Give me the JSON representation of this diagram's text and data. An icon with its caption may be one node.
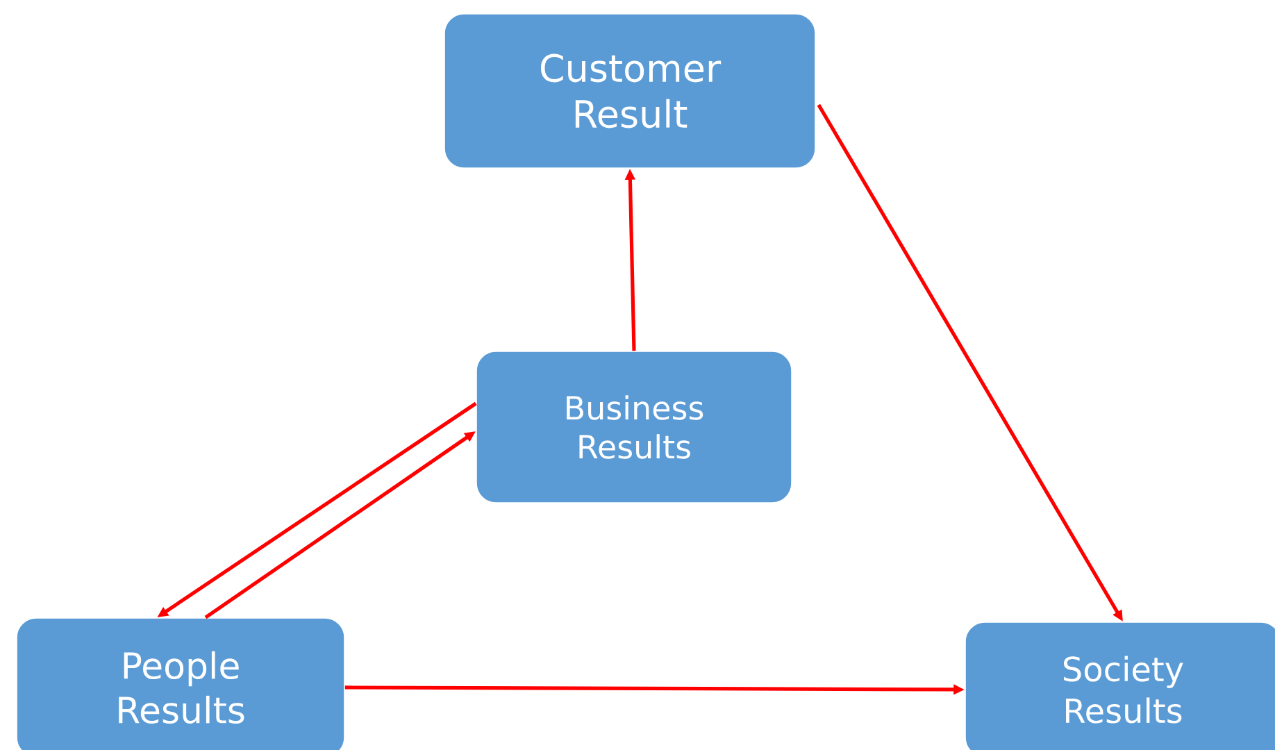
{
  "diagram": {
    "nodes": [
      {
        "text": [
          "Customer Result"
        ]
      },
      {
        "text": [
          "Business Results"
        ]
      },
      {
        "text": [
          "People Results"
        ]
      },
      {
        "text": [
          "Society Results"
        ]
      }
    ],
    "edges": [
      {
        "from": 1,
        "to": 0,
        "arrow": "to"
      },
      {
        "from": 1,
        "to": 2,
        "arrow": "to"
      },
      {
        "from": 2,
        "to": 1,
        "arrow": "to"
      },
      {
        "from": 2,
        "to": 3,
        "arrow": "to"
      },
      {
        "from": 0,
        "to": 3,
        "arrow": "to"
      }
    ]
  }
}
